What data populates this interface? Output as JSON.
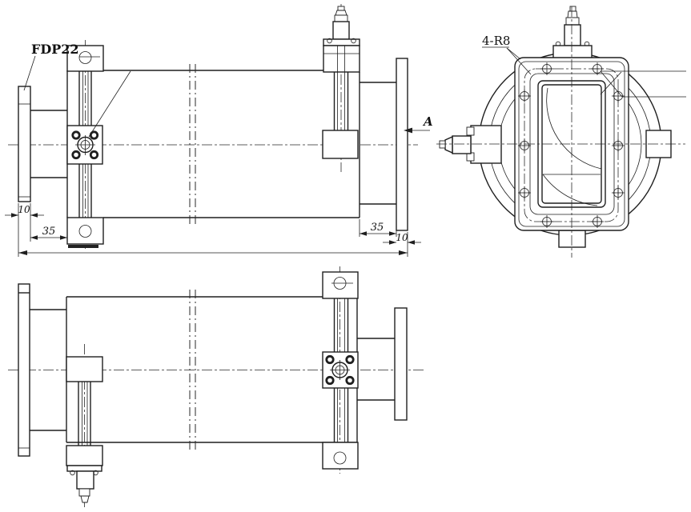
{
  "drawing": {
    "labels": {
      "part": "FDP22",
      "corner_radius": "4-R8",
      "section": "A"
    },
    "dimensions": {
      "left_flange_thickness": "10",
      "left_neck_length": "35",
      "right_neck_length": "35",
      "right_flange_thickness": "10"
    },
    "colors": {
      "line": "#1f1f1f",
      "background": "#ffffff"
    }
  }
}
